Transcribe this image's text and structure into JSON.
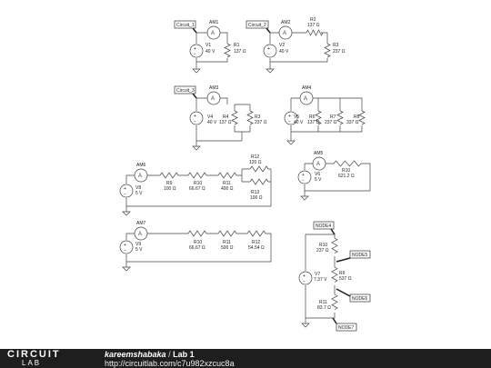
{
  "footer": {
    "brand_top": "CIRCUIT",
    "brand_bottom": "LAB",
    "author": "kareemshabaka",
    "separator": " / ",
    "title": "Lab 1",
    "url": "http://circuitlab.com/c7u982xzcuc8a"
  },
  "nodes": {
    "circuit1": "Circuit_1",
    "circuit2": "Circuit_2",
    "circuit3": "Circuit_3",
    "node4": "NODE4",
    "node5": "NODE5",
    "node6": "NODE6",
    "node7": "NODE7"
  },
  "ammeters": {
    "am1": "AM1",
    "am2": "AM2",
    "am3": "AM3",
    "am4": "AM4",
    "am5": "AM5",
    "am6": "AM6",
    "am7": "AM7"
  },
  "sources": {
    "v1": {
      "name": "V1",
      "value": "40 V"
    },
    "v2": {
      "name": "V2",
      "value": "40 V"
    },
    "v4": {
      "name": "V4",
      "value": "40 V"
    },
    "v5": {
      "name": "V5",
      "value": "40 V"
    },
    "v6": {
      "name": "V6",
      "value": "5 V"
    },
    "v8": {
      "name": "V8",
      "value": "5 V"
    },
    "v9": {
      "name": "V9",
      "value": "5 V"
    },
    "v7": {
      "name": "V7",
      "value": "7.37 V"
    }
  },
  "resistors": {
    "c1_r1": {
      "name": "R1",
      "value": "137 Ω"
    },
    "c2_r2": {
      "name": "R2",
      "value": "137 Ω"
    },
    "c2_r3": {
      "name": "R3",
      "value": "237 Ω"
    },
    "c3_r4": {
      "name": "R4",
      "value": "137 Ω"
    },
    "c3_r3": {
      "name": "R3",
      "value": "237 Ω"
    },
    "c4_r6": {
      "name": "R6",
      "value": "137 Ω"
    },
    "c4_r7": {
      "name": "R7",
      "value": "237 Ω"
    },
    "c4_r8": {
      "name": "R8",
      "value": "337 Ω"
    },
    "c5_r10": {
      "name": "R10",
      "value": "621.2 Ω"
    },
    "c6_r9": {
      "name": "R9",
      "value": "100 Ω"
    },
    "c6_r10": {
      "name": "R10",
      "value": "66.67 Ω"
    },
    "c6_r11": {
      "name": "R11",
      "value": "400 Ω"
    },
    "c6_r12": {
      "name": "R12",
      "value": "120 Ω"
    },
    "c6_r13": {
      "name": "R13",
      "value": "100 Ω"
    },
    "c7_r10": {
      "name": "R10",
      "value": "66.67 Ω"
    },
    "c7_r11": {
      "name": "R11",
      "value": "500 Ω"
    },
    "c7_r12": {
      "name": "R12",
      "value": "54.54 Ω"
    },
    "c8_r10": {
      "name": "R10",
      "value": "237 Ω"
    },
    "c8_r9": {
      "name": "R9",
      "value": "537 Ω"
    },
    "c8_r11": {
      "name": "R11",
      "value": "83.7 Ω"
    }
  }
}
